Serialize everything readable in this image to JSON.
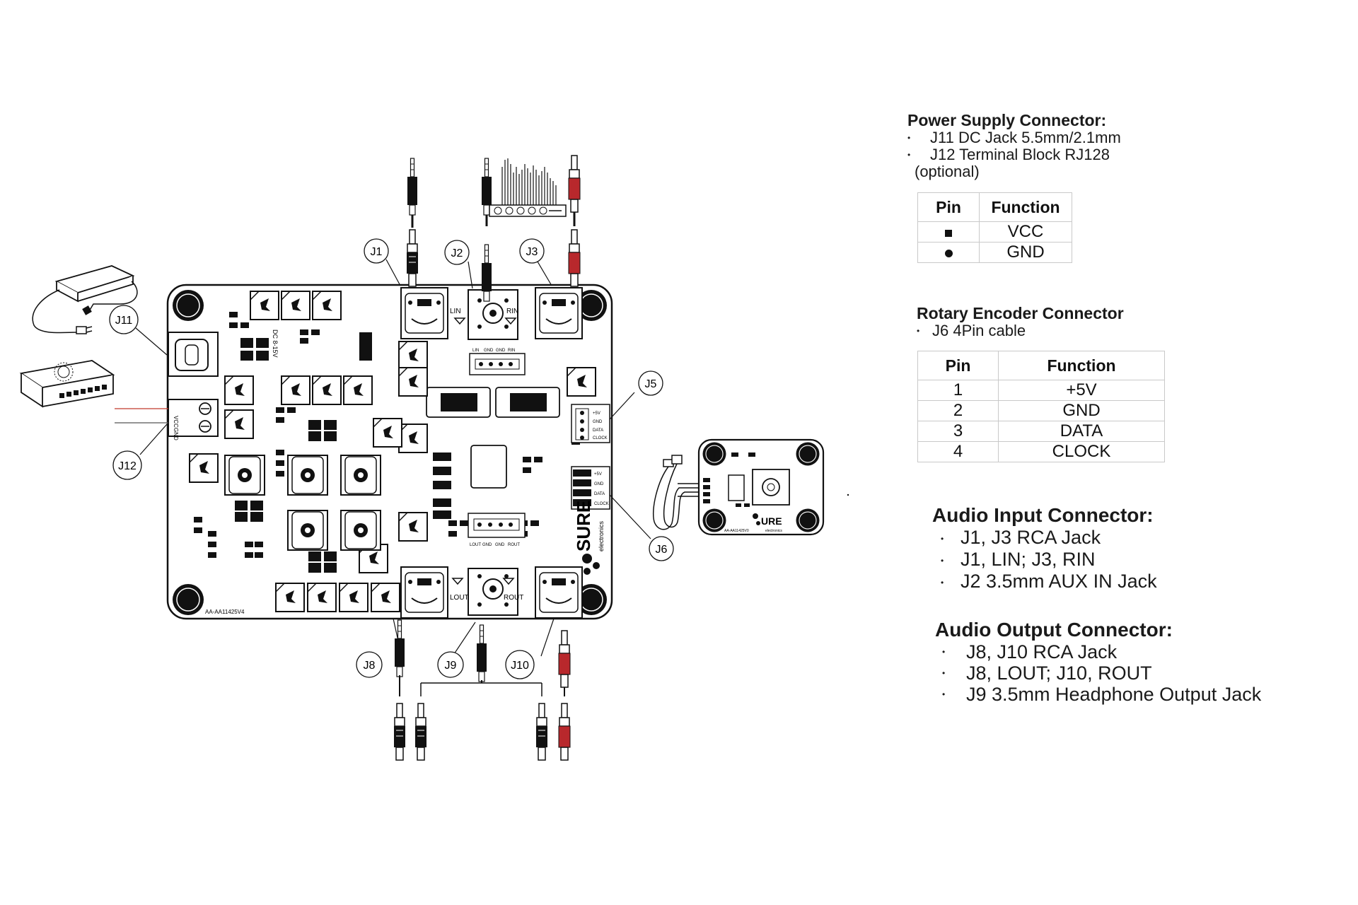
{
  "diagram": {
    "callouts": {
      "j1": "J1",
      "j2": "J2",
      "j3": "J3",
      "j5": "J5",
      "j6": "J6",
      "j8": "J8",
      "j9": "J9",
      "j10": "J10",
      "j11": "J11",
      "j12": "J12"
    },
    "board": {
      "part_number": "AA-AA11425V4",
      "brand": "SURE",
      "brand_sub": "electronics",
      "dc_marking": "DC 8-15V",
      "vcc": "VCC",
      "gnd": "GND",
      "lin": "LIN",
      "rin": "RIN",
      "lout": "LOUT",
      "rout": "ROUT",
      "j4_header": [
        "LIN",
        "GND",
        "GND",
        "RIN"
      ],
      "j7_header": [
        "LOUT",
        "GND",
        "GND",
        "ROUT"
      ],
      "j5_header": [
        "+5V",
        "GND",
        "DATA",
        "CLOCK"
      ],
      "j6_header": [
        "+5V",
        "GND",
        "DATA",
        "CLOCK"
      ]
    },
    "encoder_board": {
      "brand": "URE",
      "brand_sub": "electronics",
      "part_number": "AA-AA11425V0"
    },
    "colors": {
      "line": "#111111",
      "red_wire": "#c0392b",
      "red_plug": "#b8282c",
      "gray_wire": "#555555"
    }
  },
  "power_supply": {
    "title": "Power Supply Connector:",
    "items": [
      "J11 DC Jack 5.5mm/2.1mm",
      "J12 Terminal Block RJ128"
    ],
    "note": "(optional)",
    "table": {
      "headers": [
        "Pin",
        "Function"
      ],
      "rows": [
        {
          "pin_icon": "square",
          "function": "VCC"
        },
        {
          "pin_icon": "dot",
          "function": "GND"
        }
      ]
    }
  },
  "rotary_encoder": {
    "title": "Rotary Encoder Connector",
    "items": [
      "J6 4Pin cable"
    ],
    "table": {
      "headers": [
        "Pin",
        "Function"
      ],
      "rows": [
        {
          "pin": "1",
          "function": "+5V"
        },
        {
          "pin": "2",
          "function": "GND"
        },
        {
          "pin": "3",
          "function": "DATA"
        },
        {
          "pin": "4",
          "function": "CLOCK"
        }
      ]
    }
  },
  "audio_input": {
    "title": "Audio Input Connector:",
    "items": [
      "J1, J3 RCA Jack",
      "J1, LIN; J3, RIN",
      "J2 3.5mm AUX IN Jack"
    ]
  },
  "audio_output": {
    "title": "Audio Output Connector:",
    "items": [
      "J8, J10 RCA Jack",
      "J8, LOUT; J10, ROUT",
      "J9 3.5mm Headphone Output Jack"
    ]
  }
}
